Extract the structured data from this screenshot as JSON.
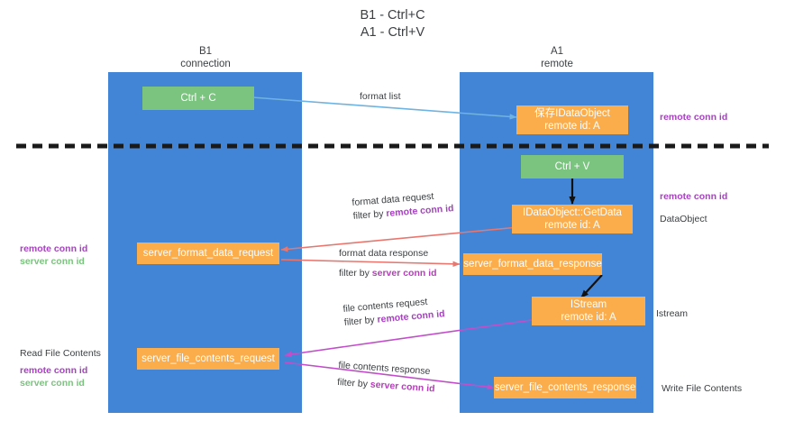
{
  "title": "B1 - Ctrl+C\nA1 - Ctrl+V",
  "colors": {
    "lane": "#4285d6",
    "green_box": "#7ac47f",
    "orange_box": "#fbad4c",
    "purple_label": "#a93fc4",
    "green_label": "#79c47c",
    "blue_arrow": "#6fb3e0",
    "red_arrow": "#e8776f",
    "magenta_arrow": "#c24fc9",
    "divider": "#1a1a1a",
    "text": "#3c4043"
  },
  "columns": [
    {
      "name": "B1",
      "role": "connection"
    },
    {
      "name": "A1",
      "role": "remote"
    }
  ],
  "boxes": {
    "ctrl_c": "Ctrl + C",
    "save_dataobject": "保存IDataObject\nremote id: A",
    "ctrl_v": "Ctrl + V",
    "getdata": "IDataObject::GetData\nremote id: A",
    "server_format_data_request": "server_format_data_request",
    "server_format_data_response": "server_format_data_response",
    "istream": "IStream\nremote id: A",
    "server_file_contents_request": "server_file_contents_request",
    "server_file_contents_response": "server_file_contents_response"
  },
  "edges": {
    "format_list": "format list",
    "format_data_request": "format data request",
    "format_data_request_filter_prefix": "filter by ",
    "format_data_request_filter_key": "remote conn id",
    "format_data_response": "format data response",
    "format_data_response_filter_prefix": "filter by ",
    "format_data_response_filter_key": "server conn id",
    "file_contents_request": "file contents request",
    "file_contents_request_filter_prefix": "filter by ",
    "file_contents_request_filter_key": "remote conn id",
    "file_contents_response": "file contents response",
    "file_contents_response_filter_prefix": "filter by ",
    "file_contents_response_filter_key": "server conn id"
  },
  "right_notes": {
    "remote_conn_id_top": "remote conn id",
    "remote_conn_id_mid": "remote conn id",
    "dataobject": "DataObject",
    "istream": "Istream",
    "write_file_contents": "Write File Contents"
  },
  "left_notes": {
    "remote_conn_id": "remote conn id",
    "server_conn_id": "server conn id",
    "read_file_contents": "Read File Contents",
    "remote_conn_id_2": "remote conn id",
    "server_conn_id_2": "server conn id"
  }
}
